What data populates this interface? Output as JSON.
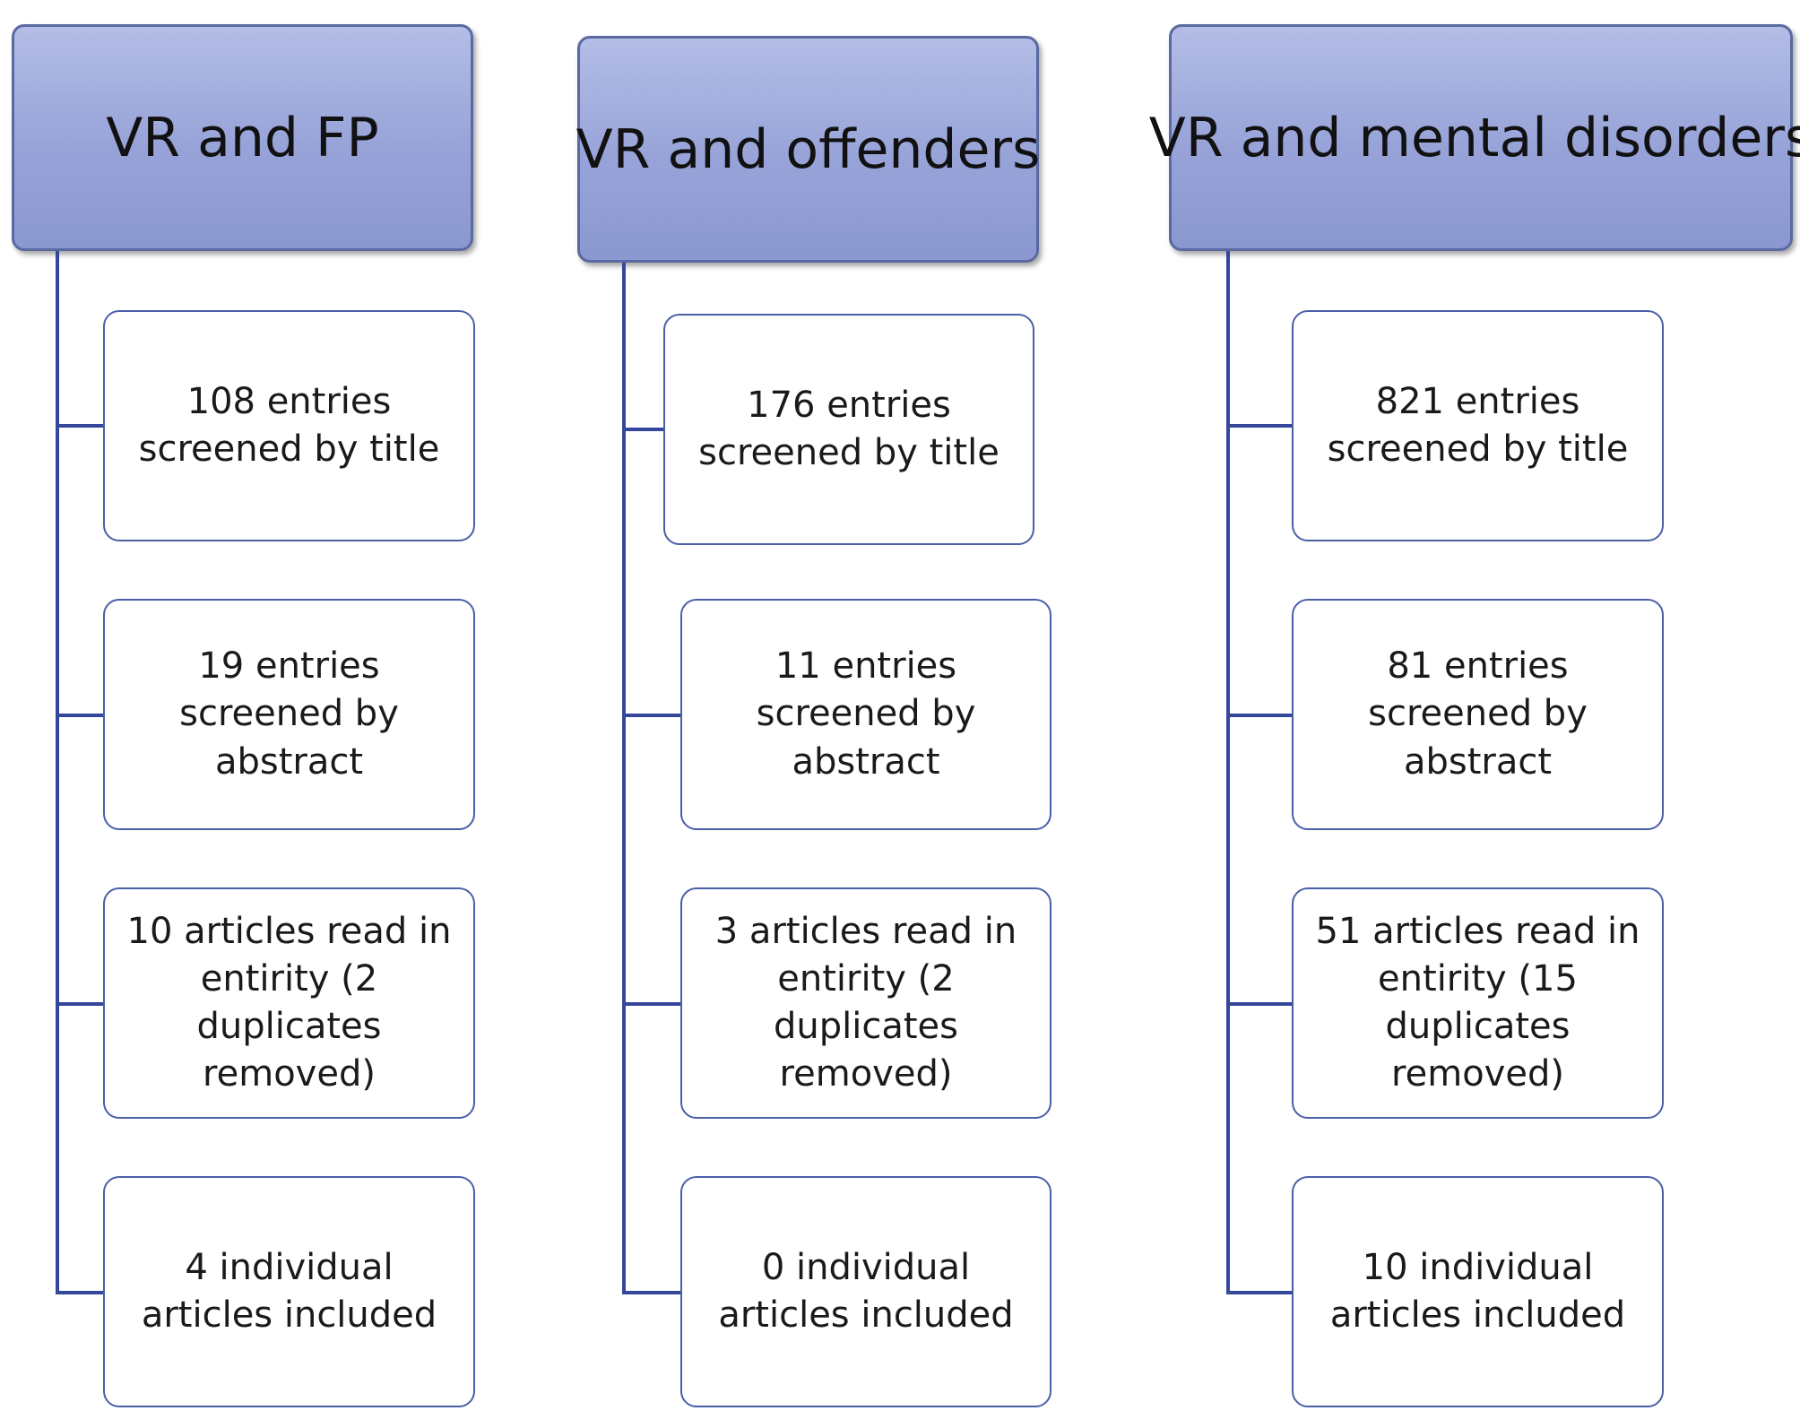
{
  "columns": [
    {
      "title": "VR and FP",
      "steps": [
        "108 entries\nscreened by title",
        "19 entries\nscreened by\nabstract",
        "10 articles read in\nentirity (2\nduplicates\nremoved)",
        "4 individual\narticles included"
      ]
    },
    {
      "title": "VR and offenders",
      "steps": [
        "176  entries\nscreened by title",
        "11 entries\nscreened by\nabstract",
        "3 articles read in\nentirity (2\nduplicates\nremoved)",
        "0 individual\narticles included"
      ]
    },
    {
      "title": "VR and mental disorders",
      "steps": [
        "821 entries\nscreened by title",
        "81 entries\nscreened by\nabstract",
        "51 articles read in\nentirity (15\nduplicates\nremoved)",
        "10 individual\narticles included"
      ]
    }
  ],
  "colors": {
    "header_fill": "#97a3d8",
    "connector": "#34479a",
    "box_border": "#4b5fa8"
  }
}
